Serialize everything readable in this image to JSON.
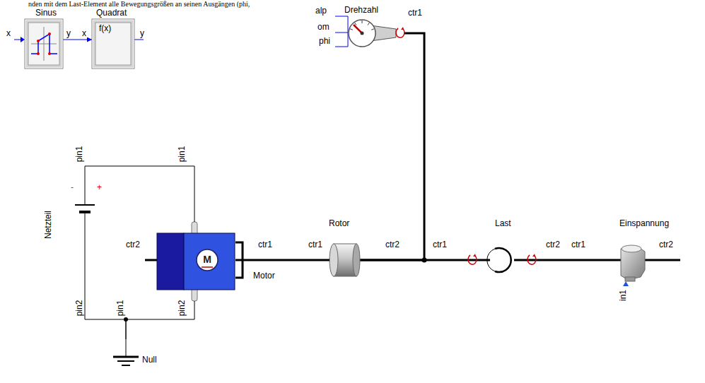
{
  "diagram": {
    "nodes": [
      {
        "text": [
          "Sinus"
        ]
      },
      {
        "text": [
          "Quadrat",
          "f(x)"
        ]
      },
      {
        "text": [
          "Drehzahl"
        ]
      },
      {
        "text": [
          "Netzteil"
        ]
      },
      {
        "text": [
          "Motor",
          "M"
        ]
      },
      {
        "text": [
          "Rotor"
        ]
      },
      {
        "text": [
          "Last"
        ]
      },
      {
        "text": [
          "Einspannung"
        ]
      },
      {
        "text": [
          "Null"
        ]
      }
    ],
    "edges": [
      {
        "from": 0,
        "to": 1,
        "arrow": "to"
      },
      {
        "from": 3,
        "to": 4,
        "arrow": "none"
      },
      {
        "from": 3,
        "to": 8,
        "arrow": "none"
      },
      {
        "from": 4,
        "to": 8,
        "arrow": "none"
      },
      {
        "from": 4,
        "to": 5,
        "arrow": "none"
      },
      {
        "from": 5,
        "to": 6,
        "arrow": "none"
      },
      {
        "from": 5,
        "to": 2,
        "arrow": "none"
      },
      {
        "from": 6,
        "to": 7,
        "arrow": "none"
      }
    ],
    "labels": [
      "nden mit dem Last-Element alle Bewegungsgrößen an seinen Ausgängen (phi,",
      "x",
      "y",
      "x",
      "y",
      "alp",
      "om",
      "phi",
      "ctr1",
      "pin1",
      "pin1",
      "+",
      "-",
      "ctr2",
      "ctr1",
      "ctr1",
      "ctr2",
      "ctr1",
      "ctr2",
      "ctr1",
      "ctr2",
      "in1",
      "pin2",
      "pin2",
      "pin1"
    ]
  }
}
